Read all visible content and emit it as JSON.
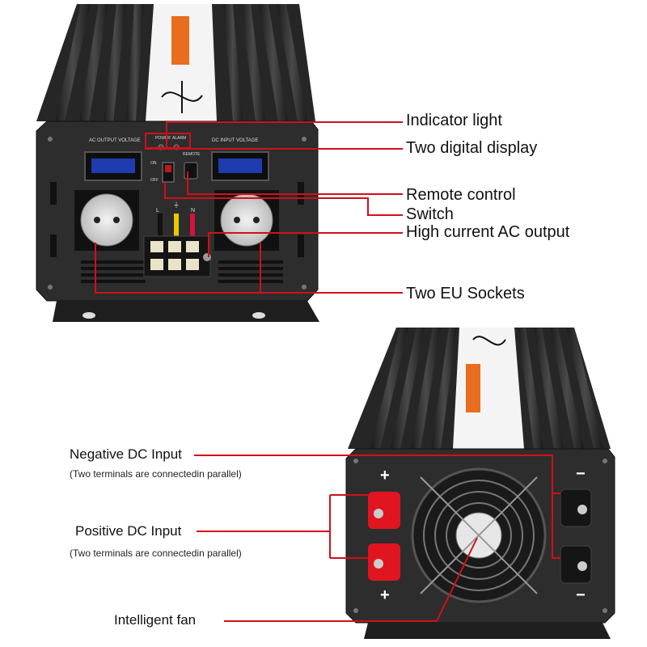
{
  "top_unit": {
    "panel_labels": {
      "ac_output": "AC OUTPUT VOLTAGE",
      "dc_input": "DC INPUT VOLTAGE",
      "power": "POWER",
      "alarm": "ALARM",
      "remote": "REMOTE",
      "on": "ON",
      "off": "OFF",
      "l": "L",
      "n": "N",
      "ground": "⏚"
    },
    "callouts": {
      "indicator_light": "Indicator light",
      "two_digital_display": "Two digital display",
      "remote_control": "Remote control",
      "switch": "Switch",
      "high_current_ac_output": "High current AC output",
      "two_eu_sockets": "Two EU Sockets"
    }
  },
  "bottom_unit": {
    "terminal_signs": {
      "plus": "+",
      "minus": "−"
    },
    "callouts": {
      "negative_dc_input": "Negative DC Input",
      "negative_note": "(Two terminals are connectedin parallel)",
      "positive_dc_input": "Positive DC Input",
      "positive_note": "(Two terminals are connectedin parallel)",
      "intelligent_fan": "Intelligent fan"
    }
  },
  "colors": {
    "callout_line": "#d0101a",
    "chassis": "#2a2a2a",
    "fin": "#3c3c3c",
    "label_band": "#f4f4f4",
    "display_blue": "#1f3bb0",
    "terminal_red": "#e01520",
    "terminal_black": "#151515"
  }
}
